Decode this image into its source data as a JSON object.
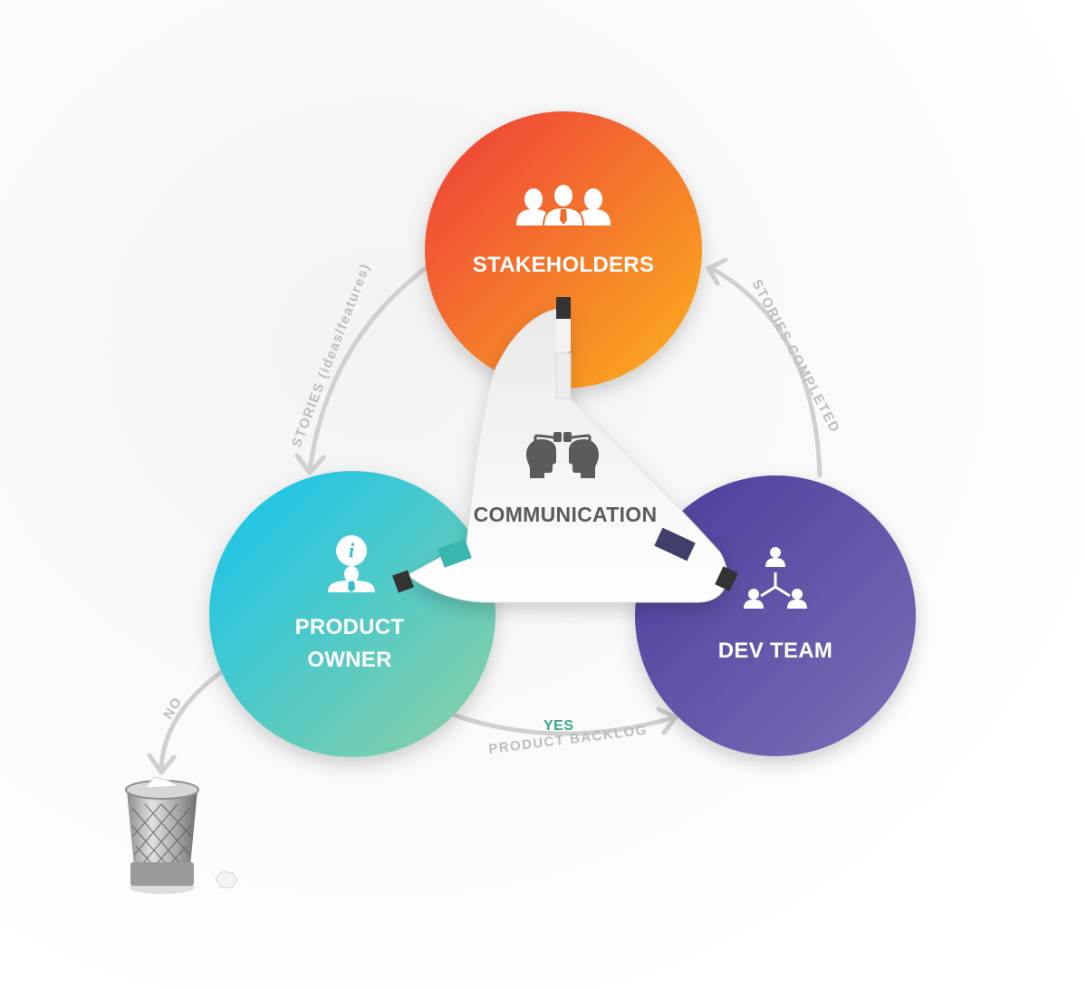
{
  "nodes": {
    "stakeholders": {
      "label": "STAKEHOLDERS",
      "icon": "group-people-icon",
      "colors": [
        "#ee3b3b",
        "#fbb21d"
      ]
    },
    "product_owner": {
      "label_lines": [
        "PRODUCT",
        "OWNER"
      ],
      "icon": "businessman-info-icon",
      "colors": [
        "#12c3ef",
        "#8fd0a0"
      ]
    },
    "dev_team": {
      "label": "DEV TEAM",
      "icon": "team-hierarchy-icon",
      "colors": [
        "#4b3c9a",
        "#7b6fb7"
      ]
    }
  },
  "center": {
    "label": "COMMUNICATION",
    "icon": "two-heads-plug-icon"
  },
  "flows": {
    "stories_ideas": "STORIES (ideas/features)",
    "stories_completed": "STORIES COMPLETED",
    "yes": "YES",
    "product_backlog": "PRODUCT BACKLOG",
    "no": "NO"
  },
  "colors": {
    "yes": "#3aa58a",
    "flow_line": "#d0d0d0",
    "flow_text": "#bdbdbd",
    "center_text": "#5b5b5b",
    "background": "#ffffff"
  },
  "trash": {
    "icon": "trash-can-icon"
  }
}
